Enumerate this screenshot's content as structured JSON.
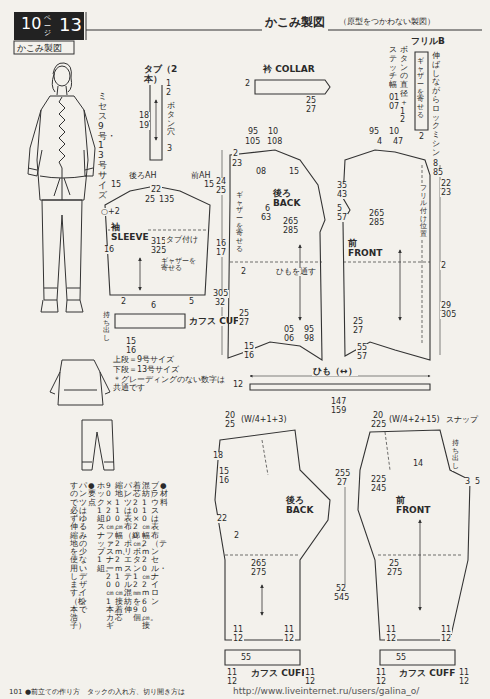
{
  "diagram": {
    "title": "かこみ製図",
    "nodes": [
      {
        "text": [
          "タブ（2本）"
        ]
      },
      {
        "text": [
          "衿 COLLAR"
        ]
      },
      {
        "text": [
          "フリルB"
        ]
      },
      {
        "text": [
          "袖 SLEEVE"
        ]
      },
      {
        "text": [
          "カフス CUFF"
        ]
      },
      {
        "text": [
          "後ろ BACK"
        ]
      },
      {
        "text": [
          "前 FRONT"
        ]
      },
      {
        "text": [
          "ひも（↔）"
        ]
      },
      {
        "text": [
          "後ろ BACK"
        ]
      },
      {
        "text": [
          "カフス CUFF"
        ]
      },
      {
        "text": [
          "前 FRONT"
        ]
      },
      {
        "text": [
          "カフス CUFF"
        ]
      }
    ],
    "labels": [
      "（原型をつかわない製図）",
      "10",
      "ページ",
      "13",
      "かこみ製図",
      "ミセス9号・13号サイズ",
      "18",
      "19",
      "1",
      "2",
      "ボタン穴",
      "3",
      "2",
      "25",
      "27",
      "ボタンの直径＋12",
      "ステッチ幅",
      "01",
      "07",
      "伸ばしながらロックミシン",
      "ギャザーを寄せる",
      "2",
      "後ろAH",
      "前AH",
      "15",
      "15",
      "22",
      "25",
      "135",
      "○+2",
      "315",
      "325",
      "タブ付け",
      "16",
      "ギャザーを寄せる",
      "2",
      "5",
      "持ち出し",
      "6",
      "15",
      "16",
      "95",
      "10",
      "105",
      "108",
      "2",
      "23",
      "24",
      "25",
      "08",
      "15",
      "ギャザーを寄せる",
      "6",
      "63",
      "265",
      "285",
      "16",
      "17",
      "2",
      "ひもを通す",
      "305",
      "32",
      "25",
      "27",
      "15",
      "16",
      "05",
      "06",
      "95",
      "98",
      "95",
      "10",
      "4",
      "47",
      "8",
      "85",
      "35",
      "43",
      "5",
      "57",
      "265",
      "285",
      "フリル付け位置",
      "22",
      "23",
      "2",
      "29",
      "305",
      "25",
      "27",
      "55",
      "57",
      "12",
      "147",
      "159",
      "20",
      "25",
      "(W/4+1+3)",
      "18",
      "15",
      "16",
      "255",
      "27",
      "225",
      "245",
      "22",
      "2",
      "265",
      "275",
      "52",
      "545",
      "11",
      "12",
      "11",
      "12",
      "55",
      "11",
      "12",
      "11",
      "12",
      "20",
      "225",
      "(W/4+2+15)",
      "スナップ",
      "持ち出し",
      "3",
      "5",
      "14",
      "25",
      "275",
      "11",
      "12",
      "11",
      "12",
      "55",
      "11",
      "12",
      "11",
      "12",
      "上段＝9号サイズ",
      "下段＝13号サイズ",
      "＊グレーディングのない数字は共通です",
      "●材料",
      "ブラウスは表布（テンセル・ナイロン",
      "混紡）110㎝幅2m20㎝、2m60㎝。接",
      "着芯20×20㎝。ボタン12㎜を9個。",
      "パンツは表布（綿・ポリエステル混紡伸",
      "縮地）110㎝幅2m、2m10㎝。接着芯",
      "90×20㎝。ファスナー20㎝1本。カギ",
      "ホック1組。スナップ1組。",
      "●要点",
      "パンツはゆるみの少ないデザインで",
      "すので必ず伸縮地を使用します。（松本浩子）",
      "101",
      "●前立ての作り方　タックの入れ方、切り開き方は",
      "http://www.liveinternet.ru/users/galina_o/"
    ]
  }
}
